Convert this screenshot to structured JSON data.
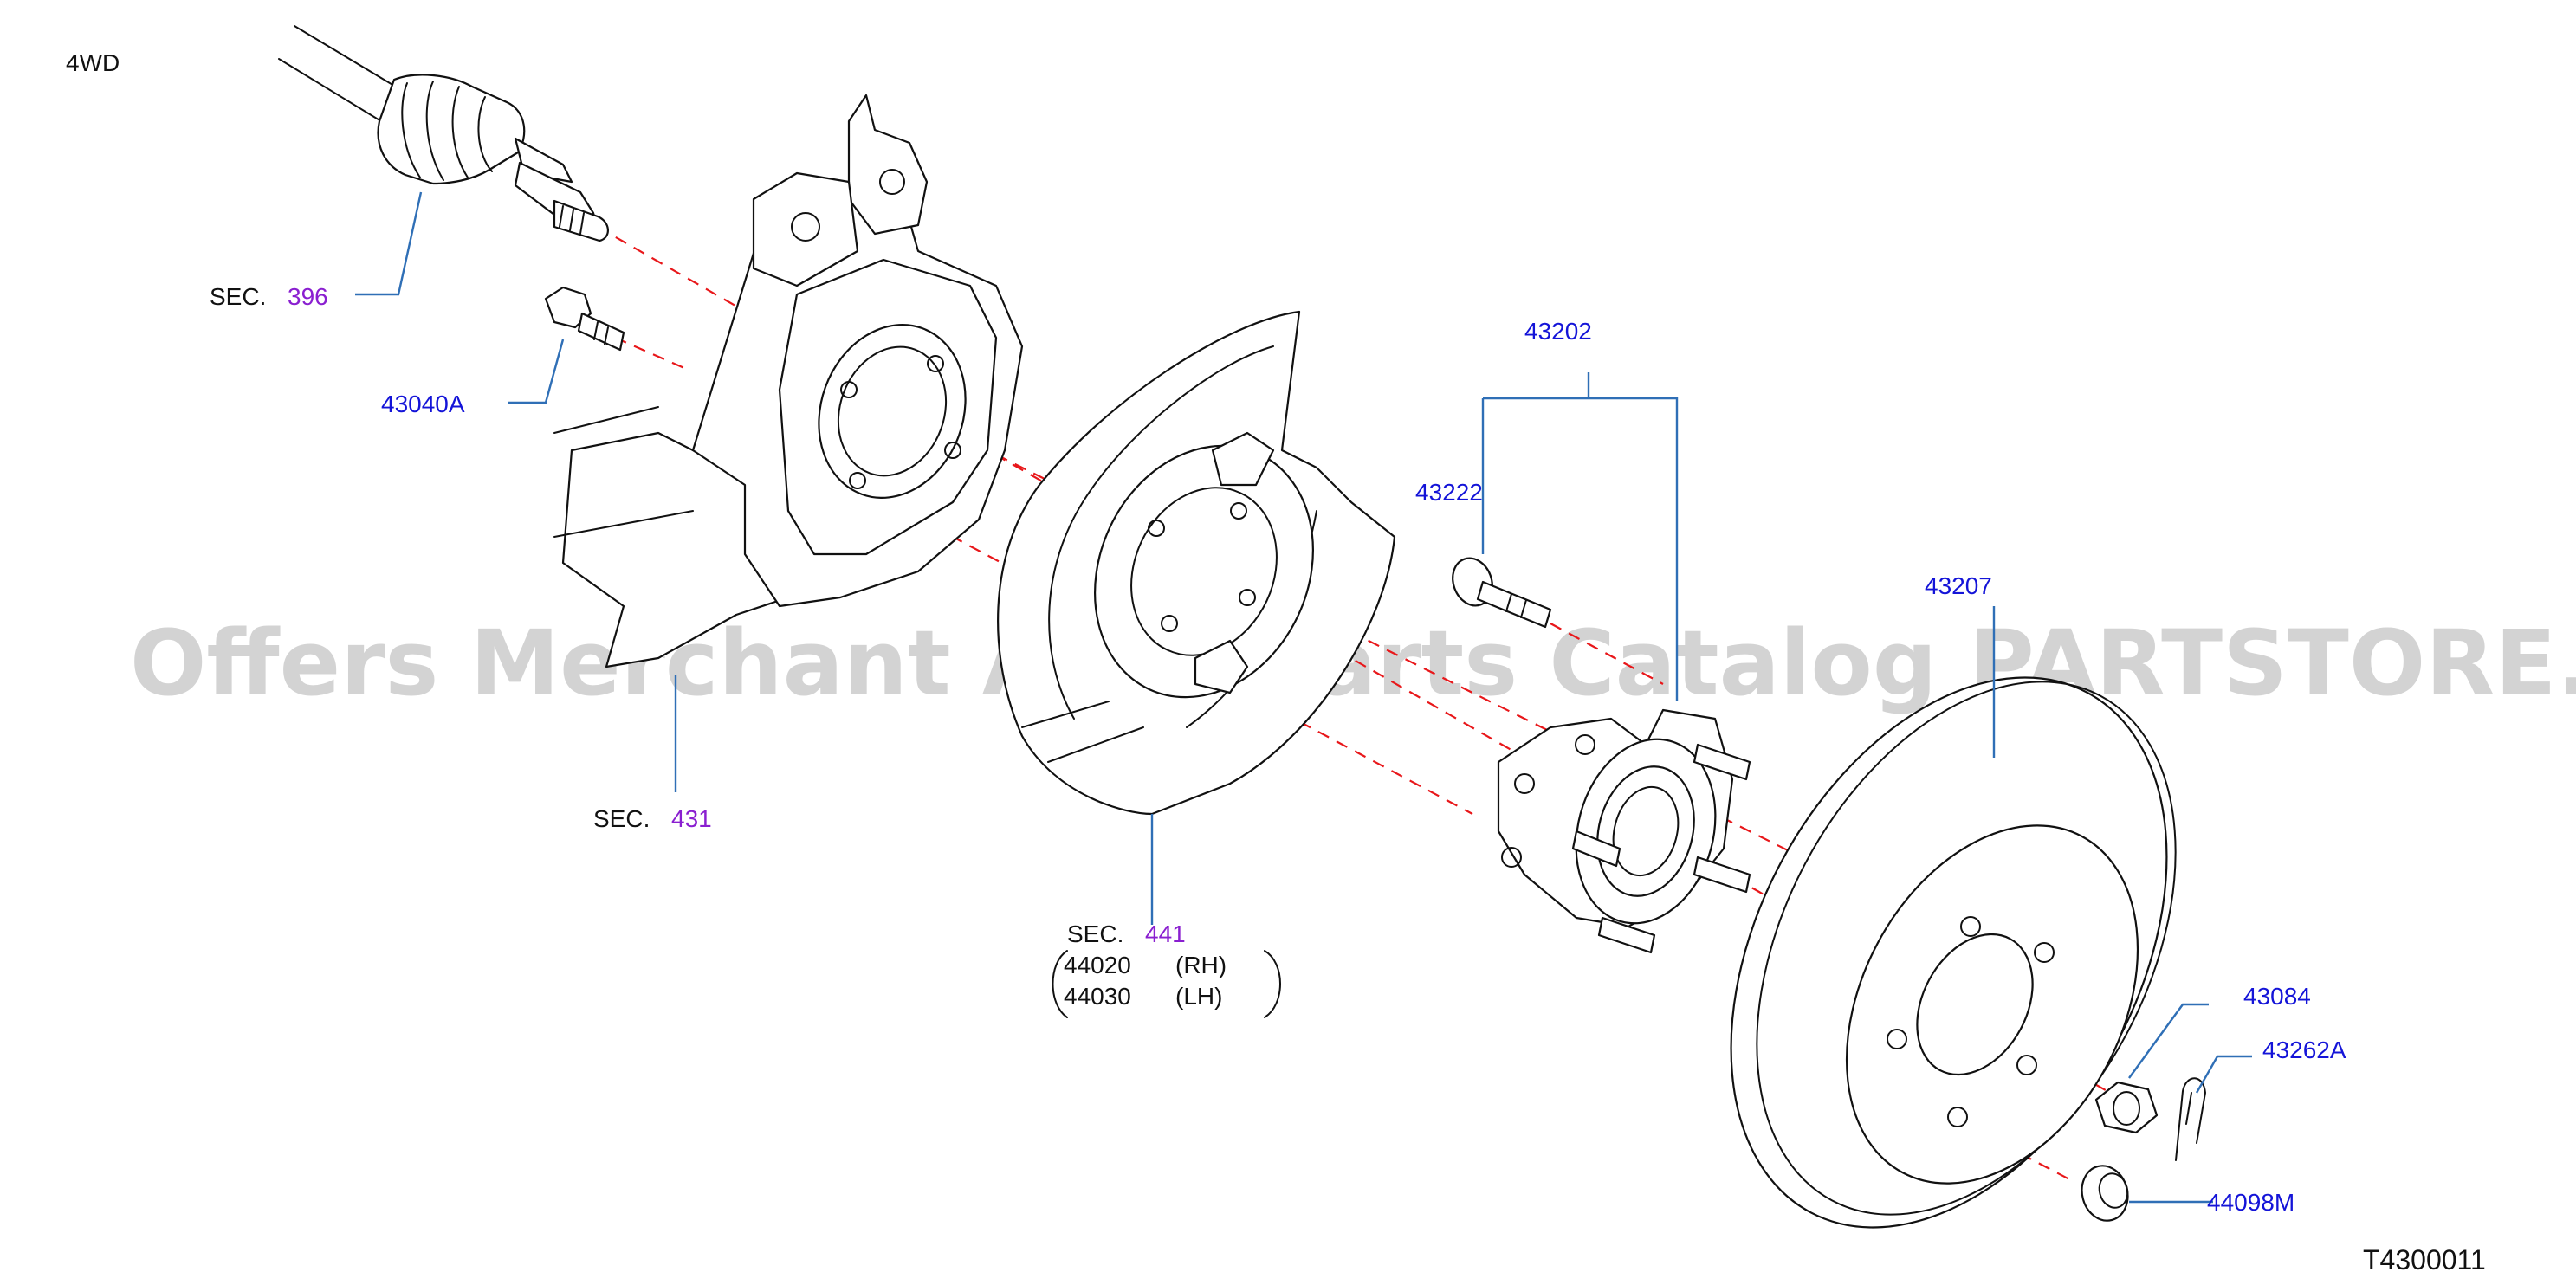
{
  "drive_label": "4WD",
  "diagram_code": "T4300011",
  "watermark": "Offers Merchant Auto Parts Catalog PARTSTORE.SA",
  "colors": {
    "part_number": "#1414d8",
    "section_number": "#8a1fd0",
    "leader_line": "#2f6fb6",
    "center_axis": "#e8171a",
    "line_art": "#111111"
  },
  "callouts": {
    "sec396": {
      "prefix": "SEC.",
      "number": "396"
    },
    "sec431": {
      "prefix": "SEC.",
      "number": "431"
    },
    "sec441": {
      "prefix": "SEC.",
      "number": "441"
    },
    "p43040A": "43040A",
    "p43202": "43202",
    "p43222": "43222",
    "p43207": "43207",
    "p43084": "43084",
    "p43262A": "43262A",
    "p44098M": "44098M",
    "p44020": {
      "number": "44020",
      "side": "(RH)"
    },
    "p44030": {
      "number": "44030",
      "side": "(LH)"
    }
  }
}
